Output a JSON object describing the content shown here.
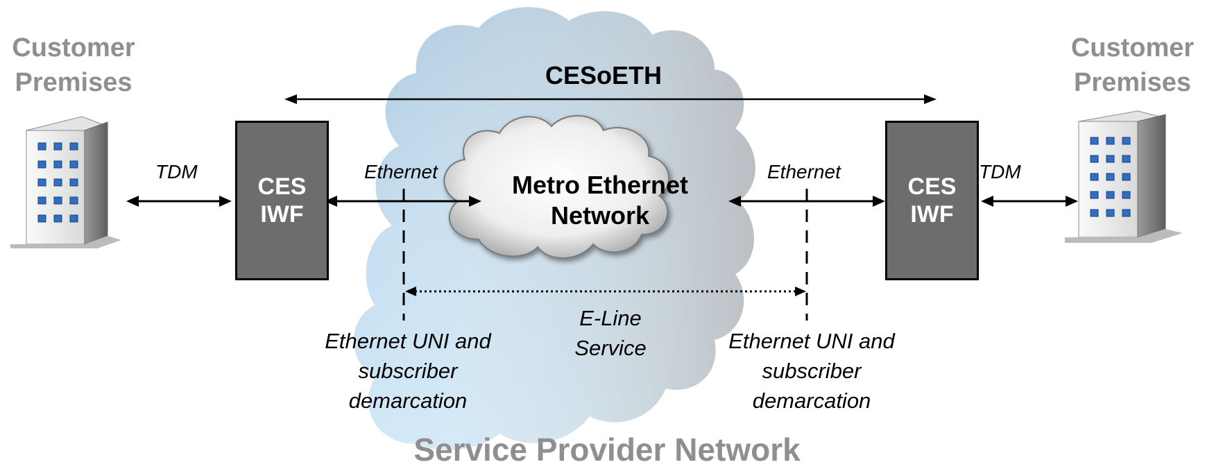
{
  "left_site": {
    "line1": "Customer",
    "line2": "Premises"
  },
  "right_site": {
    "line1": "Customer",
    "line2": "Premises"
  },
  "cesoeth": "CESoETH",
  "left_iwf": {
    "line1": "CES",
    "line2": "IWF"
  },
  "right_iwf": {
    "line1": "CES",
    "line2": "IWF"
  },
  "left_tdm": "TDM",
  "right_tdm": "TDM",
  "left_ethernet": "Ethernet",
  "right_ethernet": "Ethernet",
  "metro": {
    "line1": "Metro Ethernet",
    "line2": "Network"
  },
  "eline": {
    "line1": "E-Line",
    "line2": "Service"
  },
  "left_uni": {
    "line1": "Ethernet UNI and",
    "line2": "subscriber",
    "line3": "demarcation"
  },
  "right_uni": {
    "line1": "Ethernet UNI and",
    "line2": "subscriber",
    "line3": "demarcation"
  },
  "provider": "Service Provider Network",
  "colors": {
    "box": "#6d6d6d",
    "label_grey": "#8f8f8f",
    "cloud_light": "#cde6f7",
    "cloud_dark": "#bdbdbd"
  }
}
